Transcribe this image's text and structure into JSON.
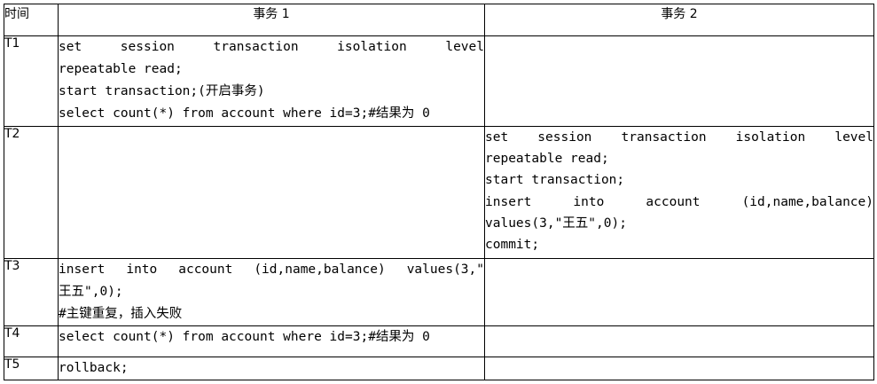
{
  "header": {
    "time": "时间",
    "tx1": "事务 1",
    "tx2": "事务 2"
  },
  "rows": [
    {
      "time": "T1",
      "tx1": [
        "set session transaction isolation level",
        "repeatable read;",
        "start transaction;(开启事务)",
        "select count(*) from account where id=3;#结果为 0"
      ],
      "tx2": []
    },
    {
      "time": "T2",
      "tx1": [],
      "tx2": [
        "set session transaction isolation level",
        "repeatable read;",
        "start transaction;",
        "insert into account (id,name,balance)",
        "values(3,\"王五\",0);",
        "commit;"
      ]
    },
    {
      "time": "T3",
      "tx1": [
        "insert into account (id,name,balance) values(3,\"",
        "王五\",0);",
        "#主键重复，插入失败"
      ],
      "tx2": []
    },
    {
      "time": "T4",
      "tx1": [
        "select count(*) from account where id=3;#结果为 0"
      ],
      "tx2": []
    },
    {
      "time": "T5",
      "tx1": [
        "rollback;"
      ],
      "tx2": []
    }
  ]
}
